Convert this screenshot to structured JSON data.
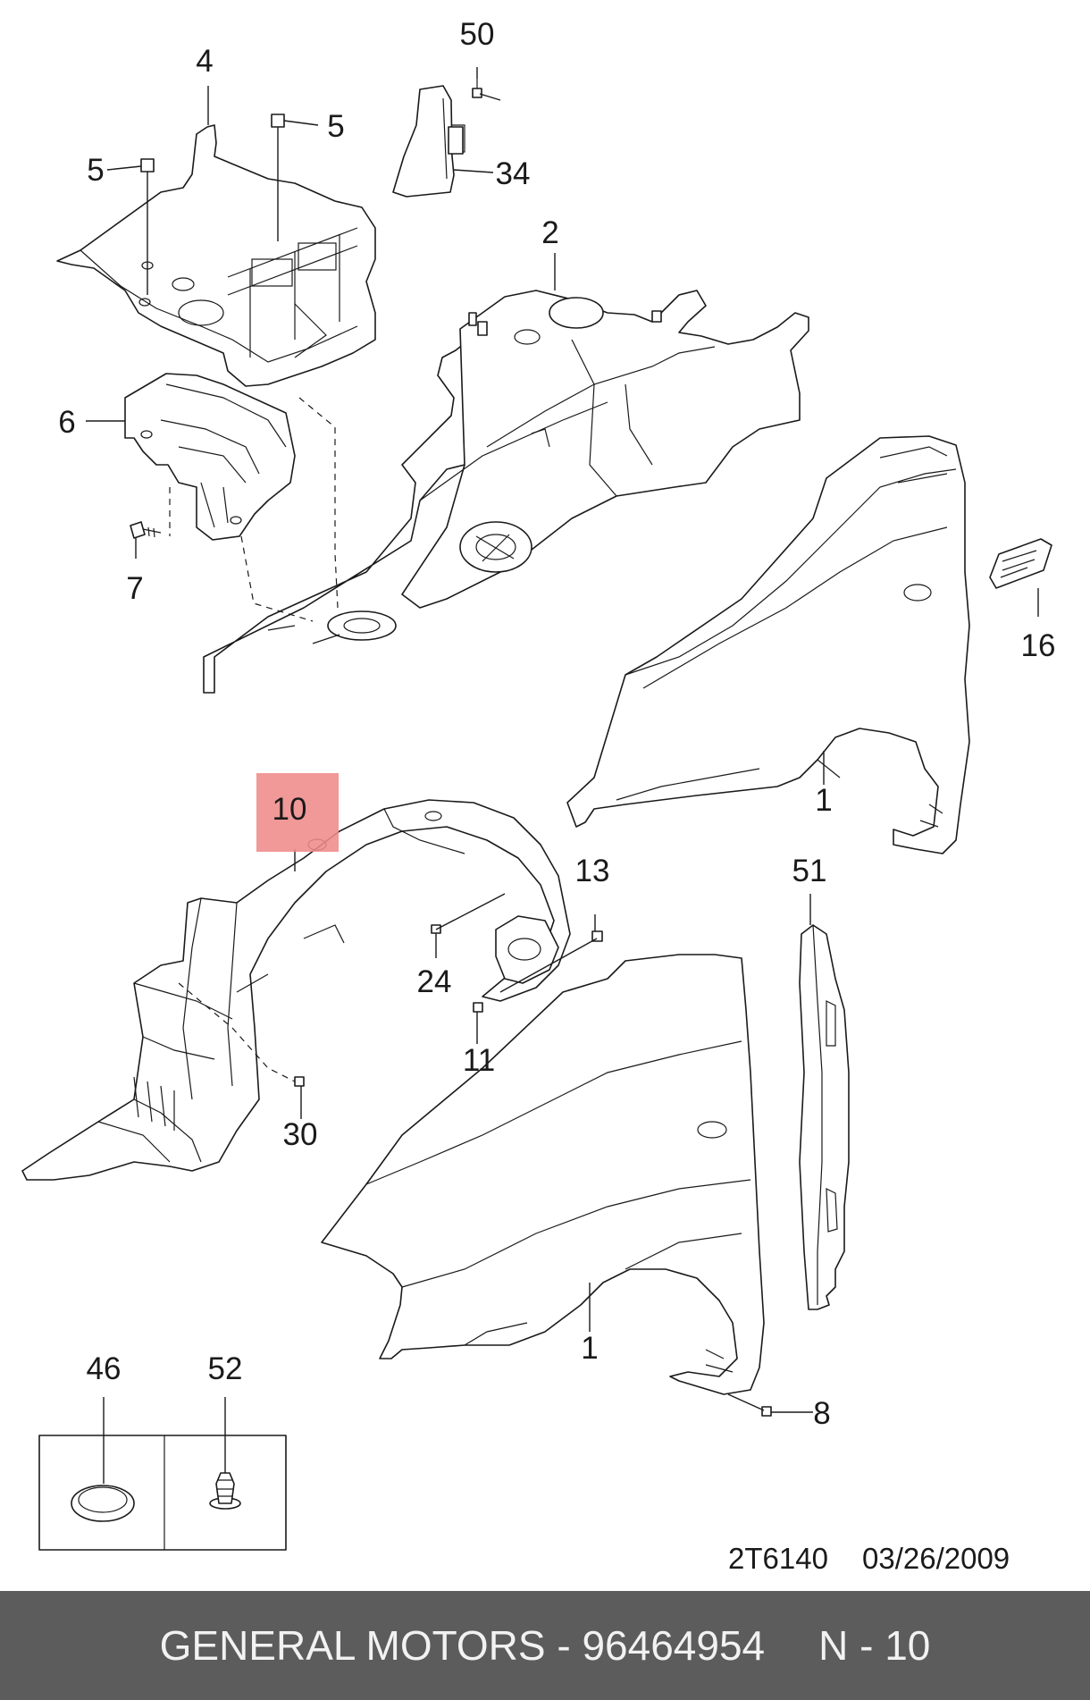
{
  "callouts": {
    "c50": "50",
    "c4": "4",
    "c5a": "5",
    "c5b": "5",
    "c34": "34",
    "c2": "2",
    "c6": "6",
    "c7": "7",
    "c16": "16",
    "c1a": "1",
    "c10": "10",
    "c13": "13",
    "c51": "51",
    "c24": "24",
    "c11": "11",
    "c30": "30",
    "c1b": "1",
    "c46": "46",
    "c52": "52",
    "c8": "8"
  },
  "highlight": {
    "part": "10",
    "color": "#ef8a8a"
  },
  "diagram_code": "2T6140",
  "diagram_date": "03/26/2009",
  "footer": {
    "text": "GENERAL MOTORS - 96464954",
    "position": "N - 10",
    "background": "#5c5c5c"
  }
}
